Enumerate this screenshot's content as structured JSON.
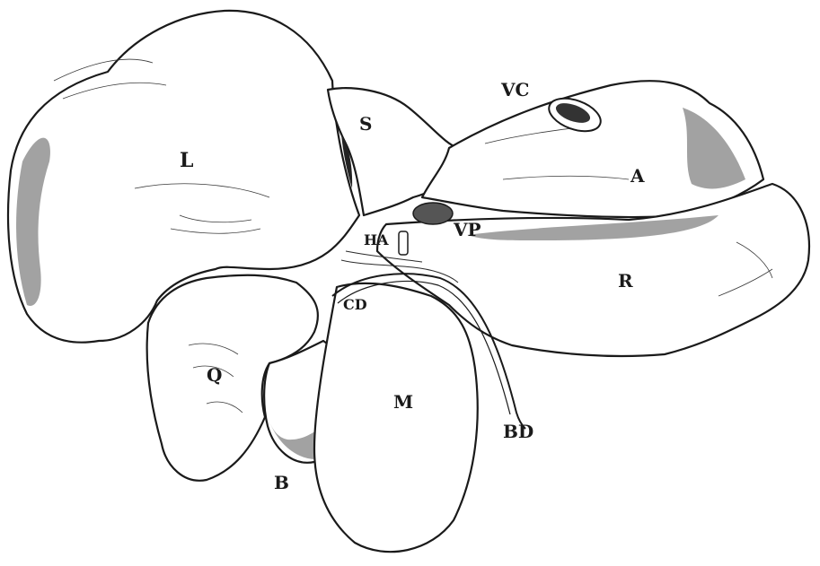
{
  "labels": {
    "L": "L",
    "S": "S",
    "VC": "VC",
    "A": "A",
    "VP": "VP",
    "HA": "HA",
    "R": "R",
    "CD": "CD",
    "Q": "Q",
    "M": "M",
    "BD": "BD",
    "B": "B"
  }
}
